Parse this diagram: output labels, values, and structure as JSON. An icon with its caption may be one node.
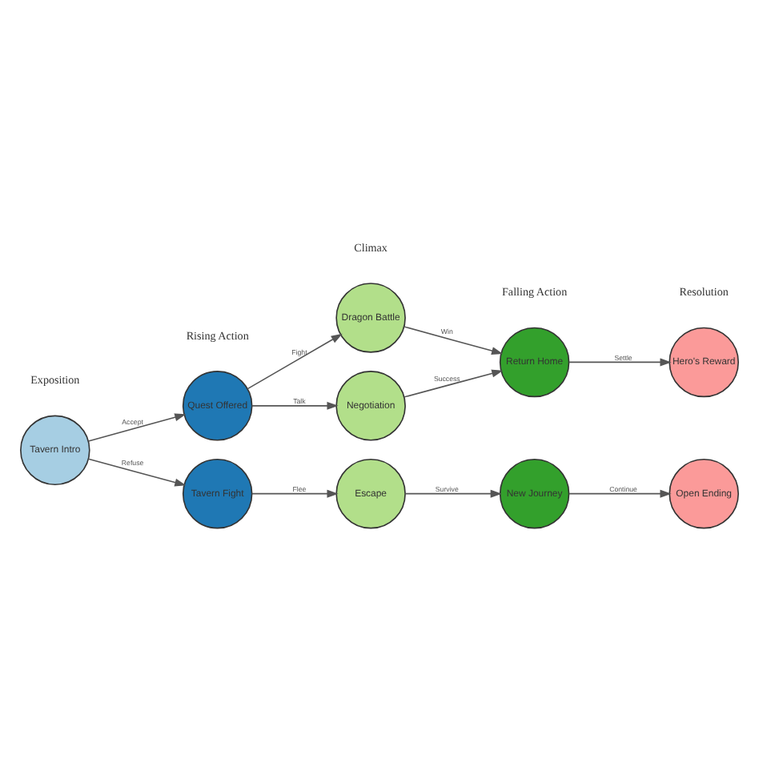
{
  "diagram": {
    "nodes": [
      {
        "text": [
          "Tavern Intro"
        ]
      },
      {
        "text": [
          "Quest Offered"
        ]
      },
      {
        "text": [
          "Tavern Fight"
        ]
      },
      {
        "text": [
          "Dragon Battle"
        ]
      },
      {
        "text": [
          "Negotiation"
        ]
      },
      {
        "text": [
          "Escape"
        ]
      },
      {
        "text": [
          "Return Home"
        ]
      },
      {
        "text": [
          "New Journey"
        ]
      },
      {
        "text": [
          "Hero's Reward"
        ]
      },
      {
        "text": [
          "Open Ending"
        ]
      }
    ],
    "edges": [
      {
        "from": 0,
        "to": 1,
        "arrow": "to",
        "label": "Accept"
      },
      {
        "from": 0,
        "to": 2,
        "arrow": "to",
        "label": "Refuse"
      },
      {
        "from": 1,
        "to": 3,
        "arrow": "to",
        "label": "Fight"
      },
      {
        "from": 1,
        "to": 4,
        "arrow": "to",
        "label": "Talk"
      },
      {
        "from": 2,
        "to": 5,
        "arrow": "to",
        "label": "Flee"
      },
      {
        "from": 3,
        "to": 6,
        "arrow": "to",
        "label": "Win"
      },
      {
        "from": 4,
        "to": 6,
        "arrow": "to",
        "label": "Success"
      },
      {
        "from": 5,
        "to": 7,
        "arrow": "to",
        "label": "Survive"
      },
      {
        "from": 6,
        "to": 8,
        "arrow": "to",
        "label": "Settle"
      },
      {
        "from": 7,
        "to": 9,
        "arrow": "to",
        "label": "Continue"
      }
    ],
    "labels": [
      "Exposition",
      "Rising Action",
      "Climax",
      "Falling Action",
      "Resolution"
    ]
  }
}
